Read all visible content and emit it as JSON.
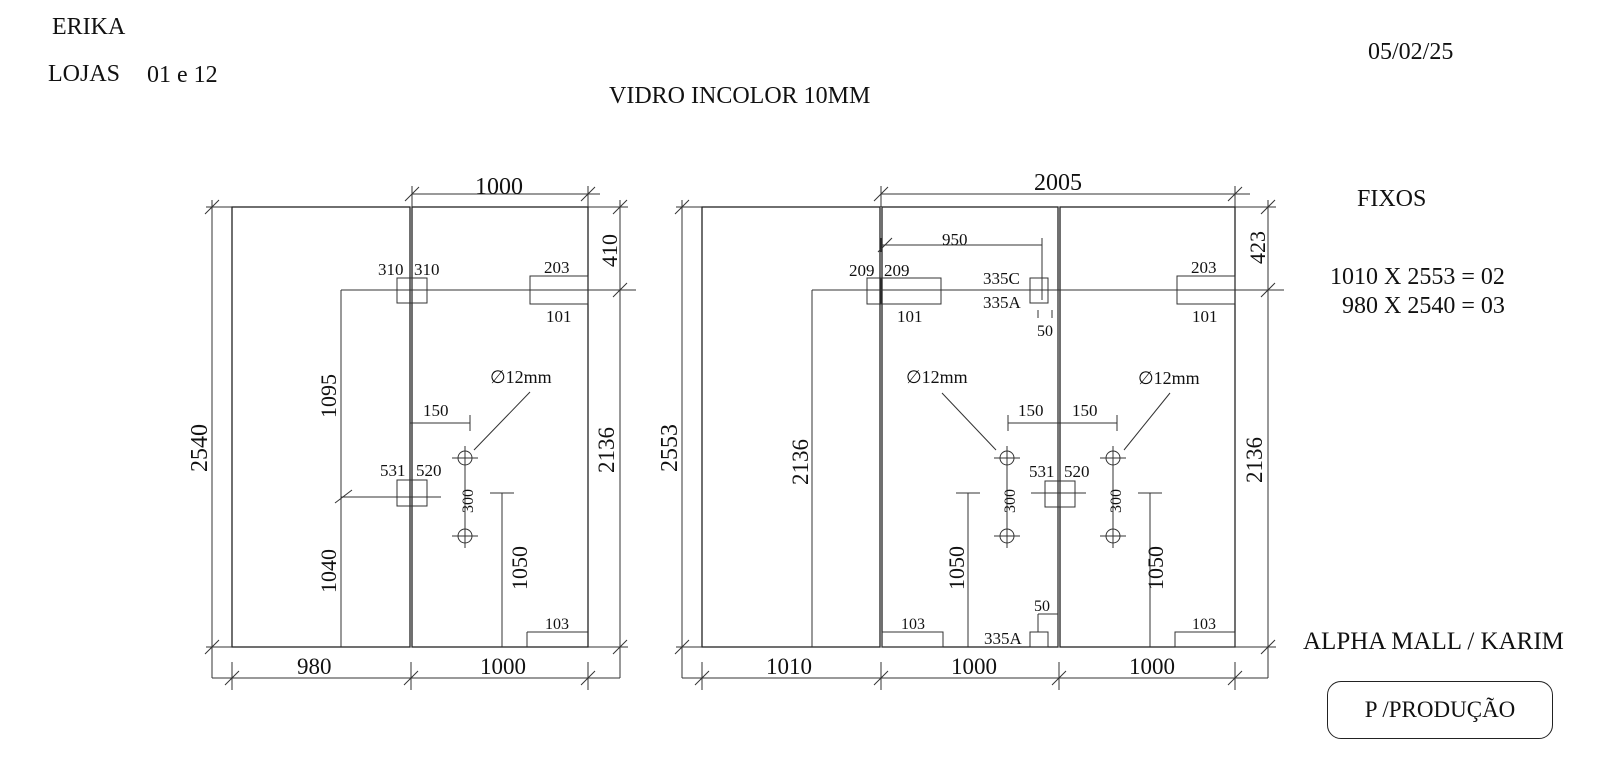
{
  "header": {
    "client": "ERIKA",
    "stores_label": "LOJAS",
    "stores_value": "01 e 12",
    "date": "05/02/25",
    "material": "VIDRO INCOLOR 10MM"
  },
  "fixed_panels": {
    "title": "FIXOS",
    "lines": [
      "1010 X 2553 = 02",
      "980 X 2540 = 03"
    ]
  },
  "project": "ALPHA MALL / KARIM",
  "stamp": "P /PRODUÇÃO",
  "drawing_left": {
    "dim_top": "1000",
    "dim_bottom_left": "980",
    "dim_bottom_right": "1000",
    "dim_height": "2540",
    "dim_right_top": "410",
    "dim_right_main": "2136",
    "dim_upper": "1095",
    "dim_lower": "1040",
    "dim_handle_offset": "150",
    "dim_hole_spacing": "300",
    "dim_hinge_height": "1050",
    "cut_310a": "310",
    "cut_310b": "310",
    "cut_203": "203",
    "cut_101": "101",
    "cut_531": "531",
    "cut_520": "520",
    "cut_103": "103",
    "hole": "∅12mm"
  },
  "drawing_right": {
    "dim_top": "2005",
    "dim_inner": "950",
    "dim_bottom_left": "1010",
    "dim_bottom_mid": "1000",
    "dim_bottom_right": "1000",
    "dim_height": "2553",
    "dim_right_top": "423",
    "dim_right_main": "2136",
    "dim_left_main": "2136",
    "dim_handle_left": "150",
    "dim_handle_right": "150",
    "dim_hole_spacing_left": "300",
    "dim_hole_spacing_right": "300",
    "dim_hinge_left": "1050",
    "dim_hinge_right": "1050",
    "dim_50_top": "50",
    "dim_50_bottom": "50",
    "cut_209a": "209",
    "cut_209b": "209",
    "cut_101_left": "101",
    "cut_335c": "335C",
    "cut_335a_top": "335A",
    "cut_203": "203",
    "cut_101_right": "101",
    "cut_531": "531",
    "cut_520": "520",
    "cut_103_left": "103",
    "cut_335a_bottom": "335A",
    "cut_103_right": "103",
    "hole_left": "∅12mm",
    "hole_right": "∅12mm"
  }
}
